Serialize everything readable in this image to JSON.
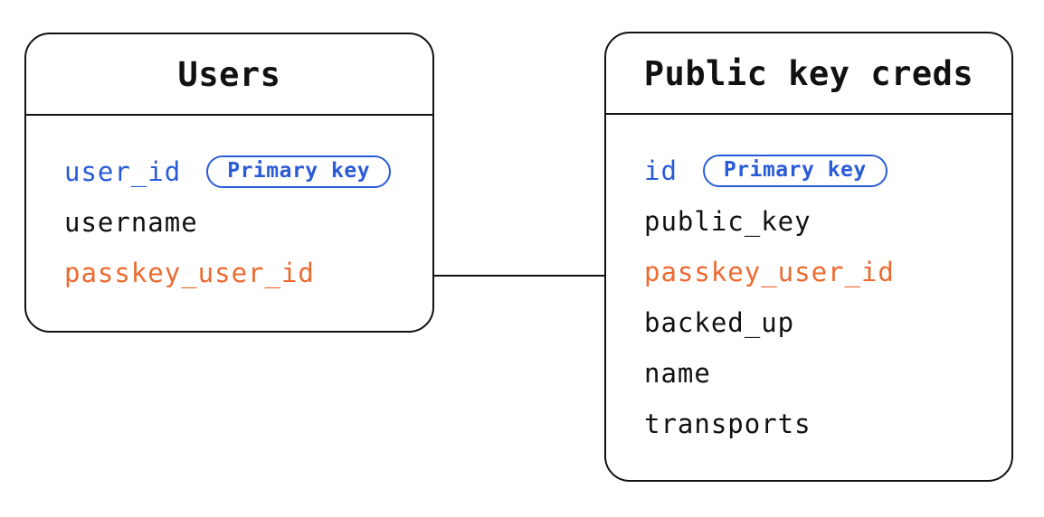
{
  "diagram": {
    "kind": "database-schema",
    "tables": {
      "users": {
        "title": "Users",
        "fields": [
          {
            "name": "user_id",
            "badge": "Primary key",
            "color": "#2a5bd7"
          },
          {
            "name": "username",
            "color": "#111111"
          },
          {
            "name": "passkey_user_id",
            "color": "#ec6a2f"
          }
        ]
      },
      "creds": {
        "title": "Public key creds",
        "fields": [
          {
            "name": "id",
            "badge": "Primary key",
            "color": "#2a5bd7"
          },
          {
            "name": "public_key",
            "color": "#111111"
          },
          {
            "name": "passkey_user_id",
            "color": "#ec6a2f"
          },
          {
            "name": "backed_up",
            "color": "#111111"
          },
          {
            "name": "name",
            "color": "#111111"
          },
          {
            "name": "transports",
            "color": "#111111"
          }
        ]
      }
    },
    "colors": {
      "field_blue": "#2a5bd7",
      "field_orange": "#ec6a2f",
      "line_black": "#111111",
      "background": "#ffffff"
    }
  }
}
